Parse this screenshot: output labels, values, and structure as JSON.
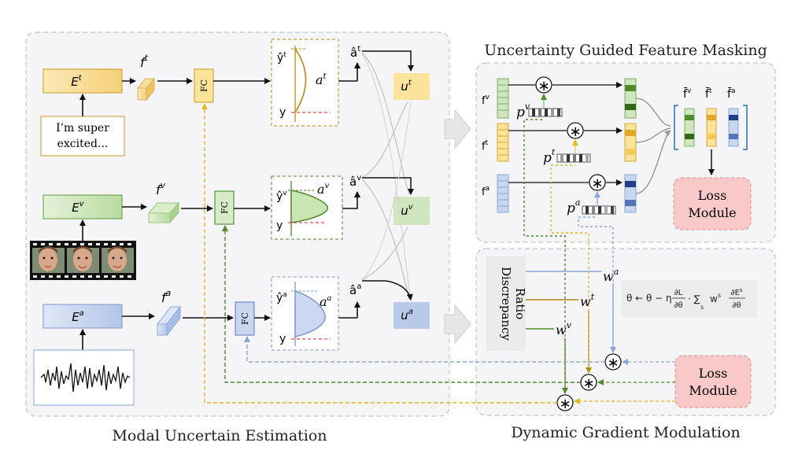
{
  "sections": {
    "left_title": "Modal Uncertain Estimation",
    "top_right_title": "Uncertainty Guided Feature Masking",
    "bottom_right_title": "Dynamic Gradient Modulation"
  },
  "text_input": {
    "line1": "I’m super",
    "line2": "excited..."
  },
  "modalities": {
    "t": {
      "encoder": "E",
      "sup": "t",
      "feature": "f",
      "fc": "FC",
      "yhat": "ŷ",
      "y": "y",
      "a": "a",
      "ahat": "â",
      "u": "u"
    },
    "v": {
      "encoder": "E",
      "sup": "v",
      "feature": "f",
      "fc": "FC",
      "yhat": "ŷ",
      "y": "y",
      "a": "a",
      "ahat": "â",
      "u": "u"
    },
    "a": {
      "encoder": "E",
      "sup": "a",
      "feature": "f",
      "fc": "FC",
      "yhat": "ŷ",
      "y": "y",
      "a": "a",
      "ahat": "â",
      "u": "u"
    }
  },
  "masking": {
    "f_v": "f",
    "f_t": "f",
    "f_a": "f",
    "p_v": "p",
    "p_t": "p",
    "p_a": "p",
    "fbar_v": "f̄",
    "fbar_t": "f̄",
    "fbar_a": "f̄",
    "loss_line1": "Loss",
    "loss_line2": "Module",
    "op": "∗"
  },
  "modulation": {
    "discrepancy_line1": "Discrepancy",
    "discrepancy_line2": "Ratio",
    "w": "w",
    "loss_line1": "Loss",
    "loss_line2": "Module",
    "formula": {
      "lhs": "θ ← θ − η",
      "dL": "∂L",
      "dtheta": "∂θ",
      "sum": "· ∑",
      "sum_sub": "s",
      "w": "w",
      "w_sup": "s",
      "dE": "∂E",
      "dE_sup": "s",
      "dtheta2": "∂θ"
    }
  },
  "colors": {
    "text_mod": "#c99a1f",
    "text_fill": "#fbe39a",
    "video_mod": "#5a9a3c",
    "video_fill": "#cfe6bf",
    "audio_mod": "#7d97c9",
    "audio_fill": "#c9d6ef",
    "loss_fill": "#f9c9c9",
    "loss_border": "#e88b8b",
    "panel_fill": "#f5f5f8",
    "panel_border": "#b9b9b9"
  }
}
